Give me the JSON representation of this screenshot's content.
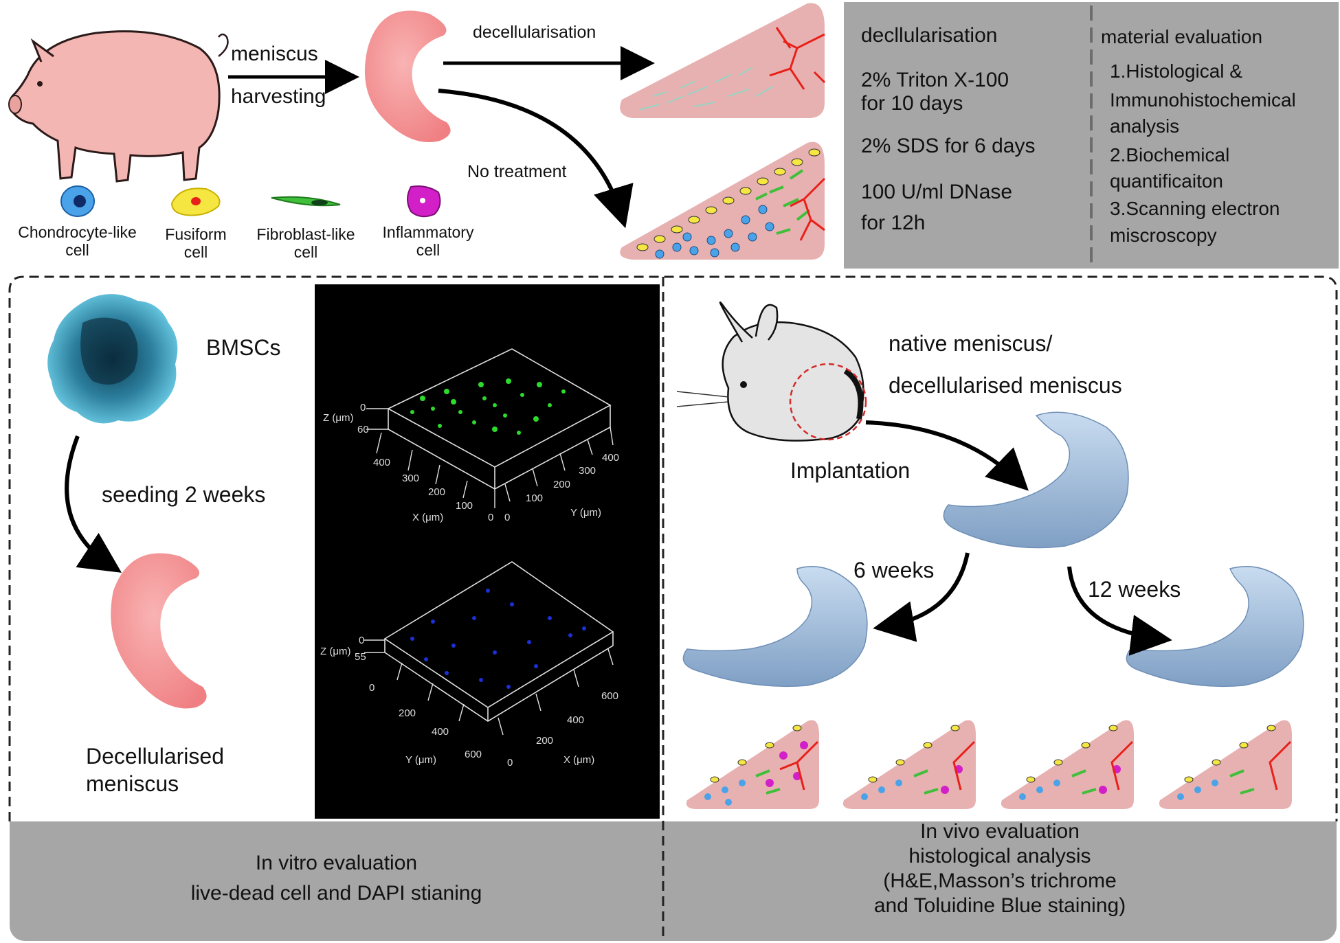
{
  "top": {
    "harvest_line1": "meniscus",
    "harvest_line2": "harvesting",
    "decell_arrow_label": "decellularisation",
    "no_treatment_label": "No treatment",
    "cells": [
      {
        "line1": "Chondrocyte-like",
        "line2": "cell",
        "icon": "chondrocyte-cell-icon",
        "color": "#4aa3e8"
      },
      {
        "line1": "Fusiform",
        "line2": "cell",
        "icon": "fusiform-cell-icon",
        "color": "#f5e642"
      },
      {
        "line1": "Fibroblast-like",
        "line2": "cell",
        "icon": "fibroblast-cell-icon",
        "color": "#3fbf3a"
      },
      {
        "line1": "Inflammatory",
        "line2": "cell",
        "icon": "inflammatory-cell-icon",
        "color": "#d21fc8"
      }
    ]
  },
  "protocol_box": {
    "left_title": "decllularisation",
    "left_items": [
      "2% Triton X-100",
      "for 10 days",
      "2% SDS for 6 days",
      "100 U/ml DNase",
      "for 12h"
    ],
    "right_title": "material evaluation",
    "right_items": [
      "1.Histological &",
      "Immunohistochemical",
      "analysis",
      "2.Biochemical",
      "quantificaiton",
      "3.Scanning electron",
      "miscroscopy"
    ]
  },
  "in_vitro": {
    "bmsc_label": "BMSCs",
    "seeding_label": "seeding 2 weeks",
    "result_line1": "Decellularised",
    "result_line2": "meniscus",
    "footer_line1": "In vitro evaluation",
    "footer_line2": "live-dead cell and DAPI stianing",
    "plot1": {
      "z_axis": "Z (μm)",
      "z_ticks": [
        "0",
        "60"
      ],
      "x_axis": "X (μm)",
      "x_ticks": [
        "400",
        "300",
        "200",
        "100",
        "0"
      ],
      "y_axis": "Y (μm)",
      "y_ticks": [
        "0",
        "100",
        "200",
        "300",
        "400"
      ]
    },
    "plot2": {
      "z_axis": "Z (μm)",
      "z_ticks": [
        "0",
        "55",
        "0"
      ],
      "y_axis": "Y (μm)",
      "y_ticks": [
        "200",
        "400",
        "600",
        "0"
      ],
      "x_axis": "X (μm)",
      "x_ticks": [
        "200",
        "400",
        "600"
      ]
    }
  },
  "in_vivo": {
    "native_line1": "native meniscus/",
    "native_line2": "decellularised meniscus",
    "implant_label": "Implantation",
    "six_weeks": "6 weeks",
    "twelve_weeks": "12 weeks",
    "footer_line1": "In vivo evaluation",
    "footer_line2": "histological analysis",
    "footer_line3": "(H&E,Masson’s trichrome",
    "footer_line4": "and Toluidine Blue staining)"
  },
  "colors": {
    "panel_grey": "#a6a6a6",
    "meniscus_pink": "#f59a9a",
    "implant_blue": "#a9c3e0",
    "tissue_pink": "#e8b1b1",
    "vessel_red": "#e8201a",
    "live_green": "#2bdc2b",
    "dapi_blue": "#1c2fd8"
  }
}
